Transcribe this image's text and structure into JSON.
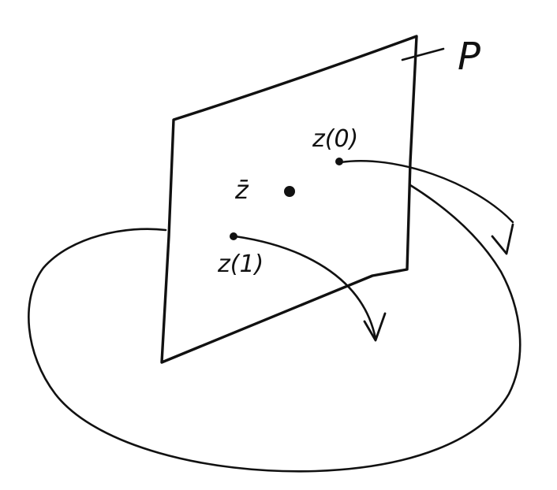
{
  "labels": {
    "plane": "P",
    "z_bar": "z̄",
    "z0": "z(0)",
    "z1": "z(1)"
  },
  "colors": {
    "ink": "#111111",
    "background": "#ffffff"
  }
}
